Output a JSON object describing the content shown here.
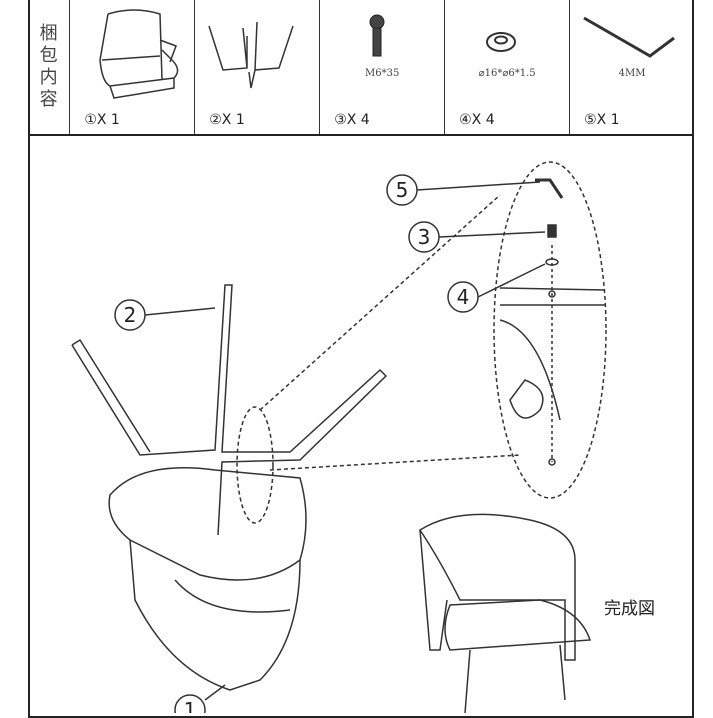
{
  "header": {
    "title_chars": [
      "梱",
      "包",
      "内",
      "容"
    ]
  },
  "parts": [
    {
      "icon": "chair-body-icon",
      "qty": "①X 1",
      "spec": ""
    },
    {
      "icon": "chair-legs-icon",
      "qty": "②X 1",
      "spec": ""
    },
    {
      "icon": "bolt-icon",
      "qty": "③X 4",
      "spec": "M6*35"
    },
    {
      "icon": "washer-icon",
      "qty": "④X 4",
      "spec": "⌀16*⌀6*1.5"
    },
    {
      "icon": "hex-key-icon",
      "qty": "⑤X 1",
      "spec": "4MM"
    }
  ],
  "callouts": [
    "1",
    "2",
    "3",
    "4",
    "5"
  ],
  "completed_label": "完成図"
}
